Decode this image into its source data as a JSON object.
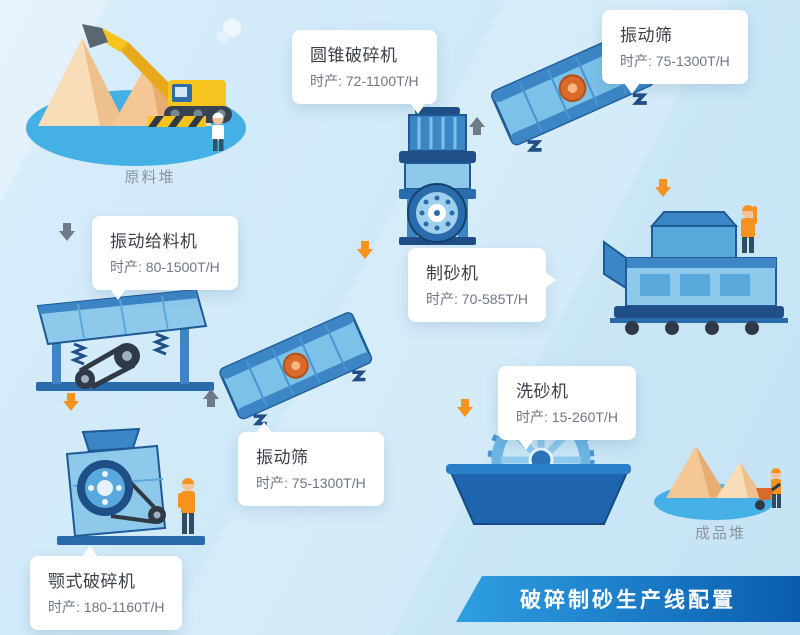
{
  "banner": {
    "title": "破碎制砂生产线配置"
  },
  "piles": {
    "raw": {
      "label": "原料堆"
    },
    "product": {
      "label": "成品堆"
    }
  },
  "machines": {
    "feeder": {
      "name": "振动给料机",
      "capacity": "时产: 80-1500T/H"
    },
    "cone_crusher": {
      "name": "圆锥破碎机",
      "capacity": "时产: 72-1100T/H"
    },
    "screen_top": {
      "name": "振动筛",
      "capacity": "时产: 75-1300T/H"
    },
    "screen_mid": {
      "name": "振动筛",
      "capacity": "时产: 75-1300T/H"
    },
    "sand_maker": {
      "name": "制砂机",
      "capacity": "时产: 70-585T/H"
    },
    "jaw_crusher": {
      "name": "颚式破碎机",
      "capacity": "时产: 180-1160T/H"
    },
    "sand_washer": {
      "name": "洗砂机",
      "capacity": "时产: 15-260T/H"
    }
  },
  "colors": {
    "bg_start": "#d9eefb",
    "bg_end": "#c3e3f4",
    "accent_orange": "#f6921e",
    "arrow_gray": "#6e7a86",
    "banner_start": "#2f9fe3",
    "banner_end": "#0a5cad",
    "card_title": "#3b4048",
    "card_sub": "#6f7785",
    "pile_label": "#8d939d",
    "machine_blue": "#3c86c6"
  }
}
